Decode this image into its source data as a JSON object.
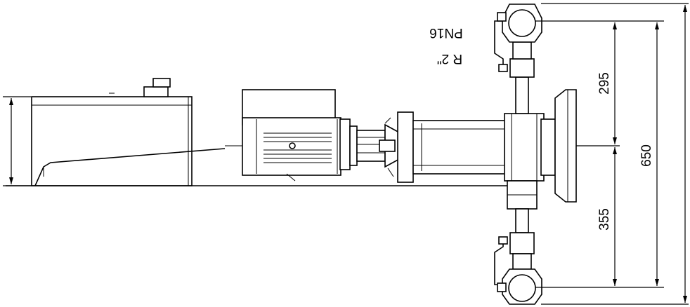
{
  "labels": {
    "pressure": "PN16",
    "thread": "R 2\""
  },
  "dimensions": {
    "upper_offset": "295",
    "lower_offset": "355",
    "total_span": "650"
  }
}
